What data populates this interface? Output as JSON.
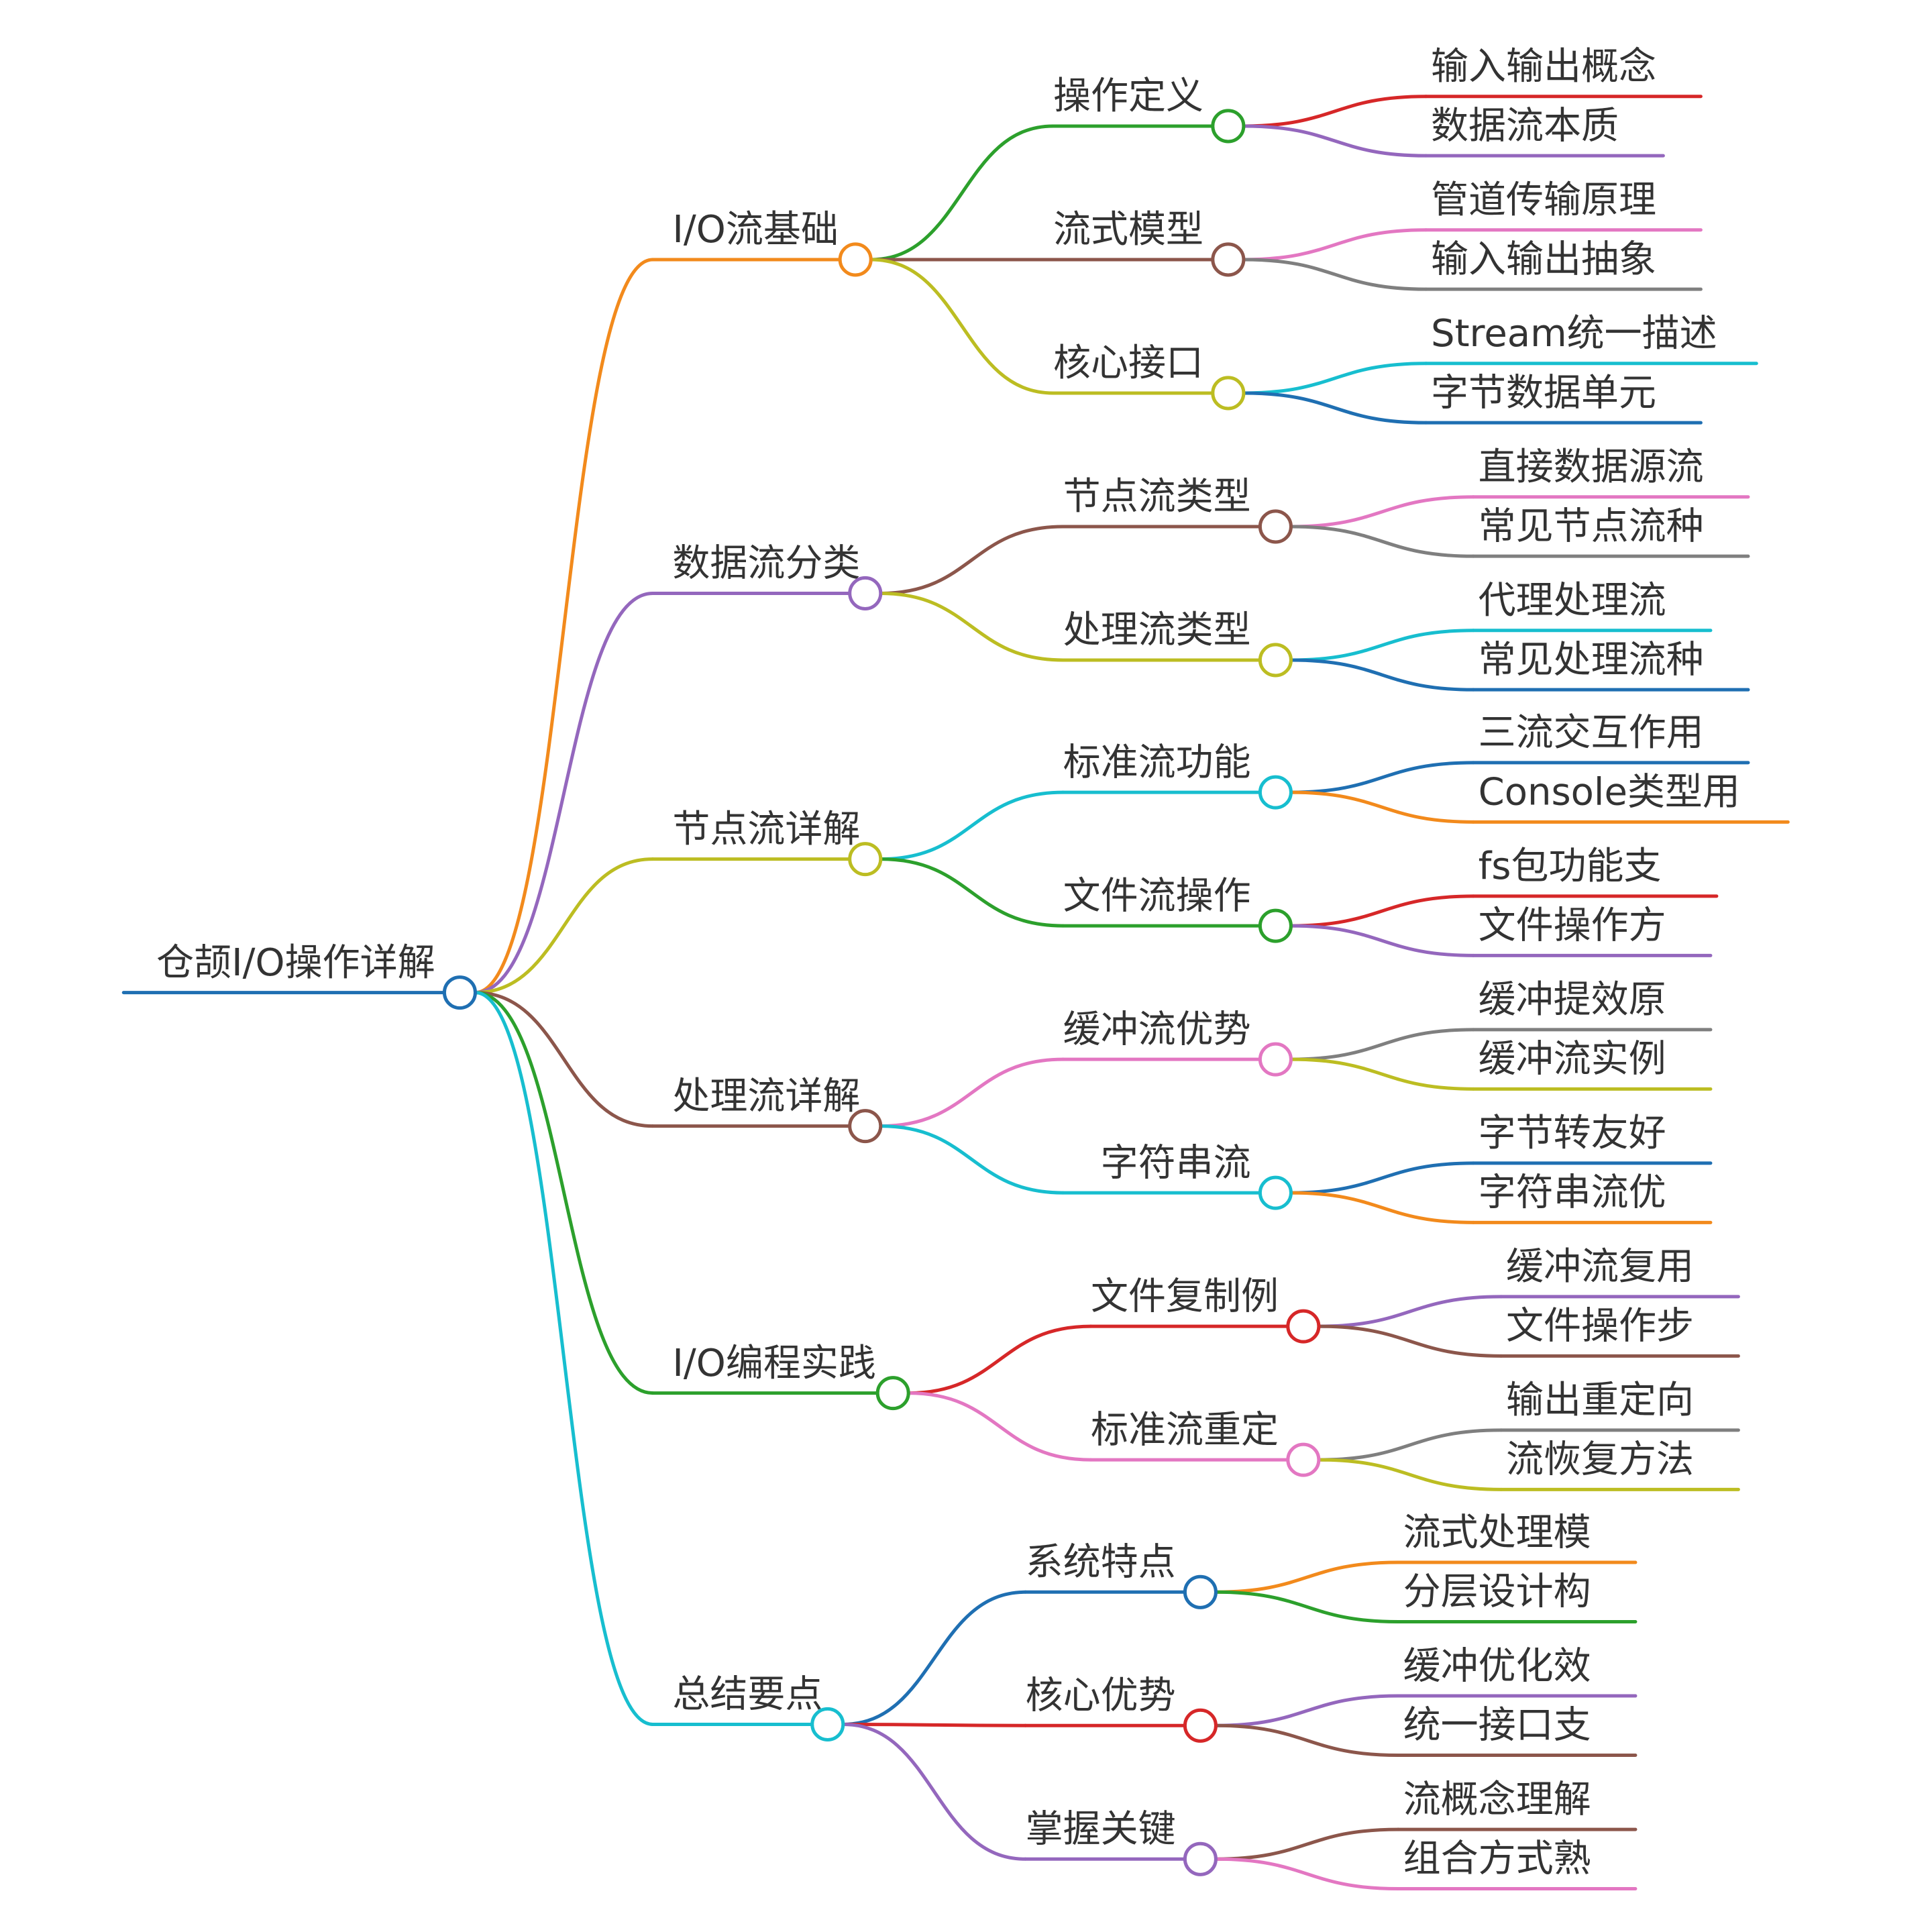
{
  "colors": {
    "text": "#333333",
    "palette": [
      "#1f6fb2",
      "#f28a1c",
      "#2ca02c",
      "#8c564b",
      "#bcbd22",
      "#9467bd",
      "#d62728",
      "#e377c2",
      "#7f7f7f",
      "#17becf"
    ]
  },
  "root": {
    "label": "仓颉I/O操作详解",
    "color": "#1f6fb2"
  },
  "branches": [
    {
      "label": "I/O流基础",
      "color": "#f28a1c",
      "children": [
        {
          "label": "操作定义",
          "color": "#2ca02c",
          "leaves": [
            {
              "label": "输入输出概念",
              "color": "#d62728"
            },
            {
              "label": "数据流本质",
              "color": "#9467bd"
            }
          ]
        },
        {
          "label": "流式模型",
          "color": "#8c564b",
          "leaves": [
            {
              "label": "管道传输原理",
              "color": "#e377c2"
            },
            {
              "label": "输入输出抽象",
              "color": "#7f7f7f"
            }
          ]
        },
        {
          "label": "核心接口",
          "color": "#bcbd22",
          "leaves": [
            {
              "label": "Stream统一描述",
              "color": "#17becf"
            },
            {
              "label": "字节数据单元",
              "color": "#1f6fb2"
            }
          ]
        }
      ]
    },
    {
      "label": "数据流分类",
      "color": "#9467bd",
      "children": [
        {
          "label": "节点流类型",
          "color": "#8c564b",
          "leaves": [
            {
              "label": "直接数据源流",
              "color": "#e377c2"
            },
            {
              "label": "常见节点流种",
              "color": "#7f7f7f"
            }
          ]
        },
        {
          "label": "处理流类型",
          "color": "#bcbd22",
          "leaves": [
            {
              "label": "代理处理流",
              "color": "#17becf"
            },
            {
              "label": "常见处理流种",
              "color": "#1f6fb2"
            }
          ]
        }
      ]
    },
    {
      "label": "节点流详解",
      "color": "#bcbd22",
      "children": [
        {
          "label": "标准流功能",
          "color": "#17becf",
          "leaves": [
            {
              "label": "三流交互作用",
              "color": "#1f6fb2"
            },
            {
              "label": "Console类型用",
              "color": "#f28a1c"
            }
          ]
        },
        {
          "label": "文件流操作",
          "color": "#2ca02c",
          "leaves": [
            {
              "label": "fs包功能支",
              "color": "#d62728"
            },
            {
              "label": "文件操作方",
              "color": "#9467bd"
            }
          ]
        }
      ]
    },
    {
      "label": "处理流详解",
      "color": "#8c564b",
      "children": [
        {
          "label": "缓冲流优势",
          "color": "#e377c2",
          "leaves": [
            {
              "label": "缓冲提效原",
              "color": "#7f7f7f"
            },
            {
              "label": "缓冲流实例",
              "color": "#bcbd22"
            }
          ]
        },
        {
          "label": "字符串流",
          "color": "#17becf",
          "leaves": [
            {
              "label": "字节转友好",
              "color": "#1f6fb2"
            },
            {
              "label": "字符串流优",
              "color": "#f28a1c"
            }
          ]
        }
      ]
    },
    {
      "label": "I/O编程实践",
      "color": "#2ca02c",
      "children": [
        {
          "label": "文件复制例",
          "color": "#d62728",
          "leaves": [
            {
              "label": "缓冲流复用",
              "color": "#9467bd"
            },
            {
              "label": "文件操作步",
              "color": "#8c564b"
            }
          ]
        },
        {
          "label": "标准流重定",
          "color": "#e377c2",
          "leaves": [
            {
              "label": "输出重定向",
              "color": "#7f7f7f"
            },
            {
              "label": "流恢复方法",
              "color": "#bcbd22"
            }
          ]
        }
      ]
    },
    {
      "label": "总结要点",
      "color": "#17becf",
      "children": [
        {
          "label": "系统特点",
          "color": "#1f6fb2",
          "leaves": [
            {
              "label": "流式处理模",
              "color": "#f28a1c"
            },
            {
              "label": "分层设计构",
              "color": "#2ca02c"
            }
          ]
        },
        {
          "label": "核心优势",
          "color": "#d62728",
          "leaves": [
            {
              "label": "缓冲优化效",
              "color": "#9467bd"
            },
            {
              "label": "统一接口支",
              "color": "#8c564b"
            }
          ]
        },
        {
          "label": "掌握关键",
          "color": "#9467bd",
          "leaves": [
            {
              "label": "流概念理解",
              "color": "#8c564b"
            },
            {
              "label": "组合方式熟",
              "color": "#e377c2"
            }
          ]
        }
      ]
    }
  ]
}
